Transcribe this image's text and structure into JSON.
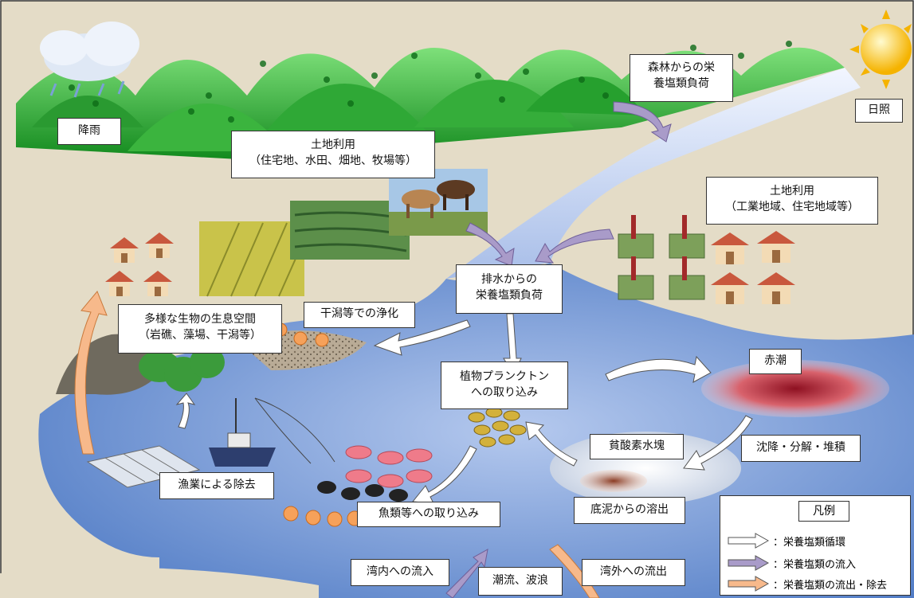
{
  "labels": {
    "rain": "降雨",
    "sunshine": "日照",
    "forest_load": [
      "森林からの栄",
      "養塩類負荷"
    ],
    "land_use_agri": [
      "土地利用",
      "（住宅地、水田、畑地、牧場等）"
    ],
    "land_use_industrial": [
      "土地利用",
      "（工業地域、住宅地域等）"
    ],
    "wastewater_load": [
      "排水からの",
      "栄養塩類負荷"
    ],
    "habitat": [
      "多様な生物の生息空間",
      "（岩礁、藻場、干潟等）"
    ],
    "tidal_flat_purification": "干潟等での浄化",
    "phytoplankton_uptake": [
      "植物プランクトン",
      "への取り込み"
    ],
    "red_tide": "赤潮",
    "hypoxic_water": "貧酸素水塊",
    "sedimentation": "沈降・分解・堆積",
    "sediment_release": "底泥からの溶出",
    "fish_uptake": "魚類等への取り込み",
    "fishery_removal": "漁業による除去",
    "inflow_bay": "湾内への流入",
    "tides_waves": "潮流、波浪",
    "outflow_bay": "湾外への流出"
  },
  "legend": {
    "title": "凡例",
    "items": [
      {
        "text": "：栄養塩類循環",
        "color": "#ffffff"
      },
      {
        "text": "：栄養塩類の流入",
        "color": "#a99bc9"
      },
      {
        "text": "：栄養塩類の流出・除去",
        "color": "#f7b98b"
      }
    ]
  }
}
